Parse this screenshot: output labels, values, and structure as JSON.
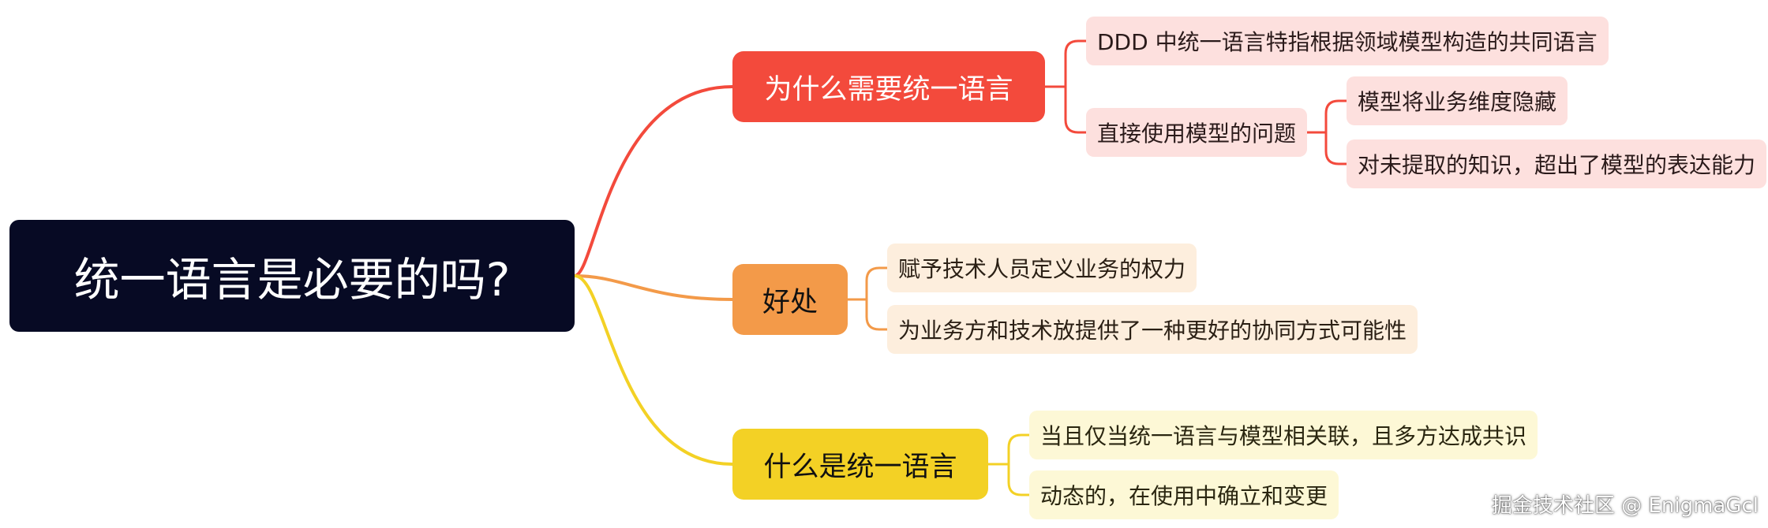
{
  "root": {
    "label": "统一语言是必要的吗?",
    "color": "#070a24"
  },
  "branches": [
    {
      "label": "为什么需要统一语言",
      "color": "#f34a3c",
      "children": [
        {
          "label": "DDD 中统一语言特指根据领域模型构造的共同语言"
        },
        {
          "label": "直接使用模型的问题",
          "children": [
            {
              "label": "模型将业务维度隐藏"
            },
            {
              "label": "对未提取的知识，超出了模型的表达能力"
            }
          ]
        }
      ]
    },
    {
      "label": "好处",
      "color": "#f39a49",
      "children": [
        {
          "label": "赋予技术人员定义业务的权力"
        },
        {
          "label": "为业务方和技术放提供了一种更好的协同方式可能性"
        }
      ]
    },
    {
      "label": "什么是统一语言",
      "color": "#f3d125",
      "children": [
        {
          "label": "当且仅当统一语言与模型相关联，且多方达成共识"
        },
        {
          "label": "动态的，在使用中确立和变更"
        }
      ]
    }
  ],
  "watermark": "掘金技术社区 @ EnigmaGcl"
}
